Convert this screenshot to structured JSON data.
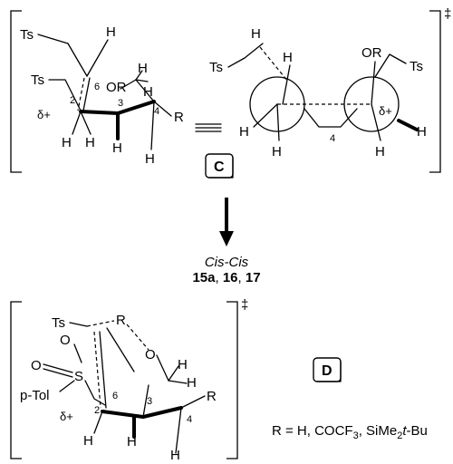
{
  "dagger": "‡",
  "ts": "Ts",
  "h": "H",
  "r": "R",
  "or": "OR",
  "o": "O",
  "s": "S",
  "delta_plus": "δ+",
  "p_tol": "p-Tol",
  "atom_numbers": {
    "n2": "2",
    "n3": "3",
    "n4": "4",
    "n6": "6"
  },
  "box_c": "C",
  "box_d": "D",
  "arrow_caption": {
    "line1": "Cis-Cis",
    "l2_a": "15a",
    "l2_sep1": ", ",
    "l2_b": "16",
    "l2_sep2": ", ",
    "l2_c": "17"
  },
  "r_definition": {
    "prefix": "R = H, COCF",
    "sub1": "3",
    "mid": ", SiMe",
    "sub2": "2",
    "t": "t",
    "suffix": "-Bu"
  }
}
